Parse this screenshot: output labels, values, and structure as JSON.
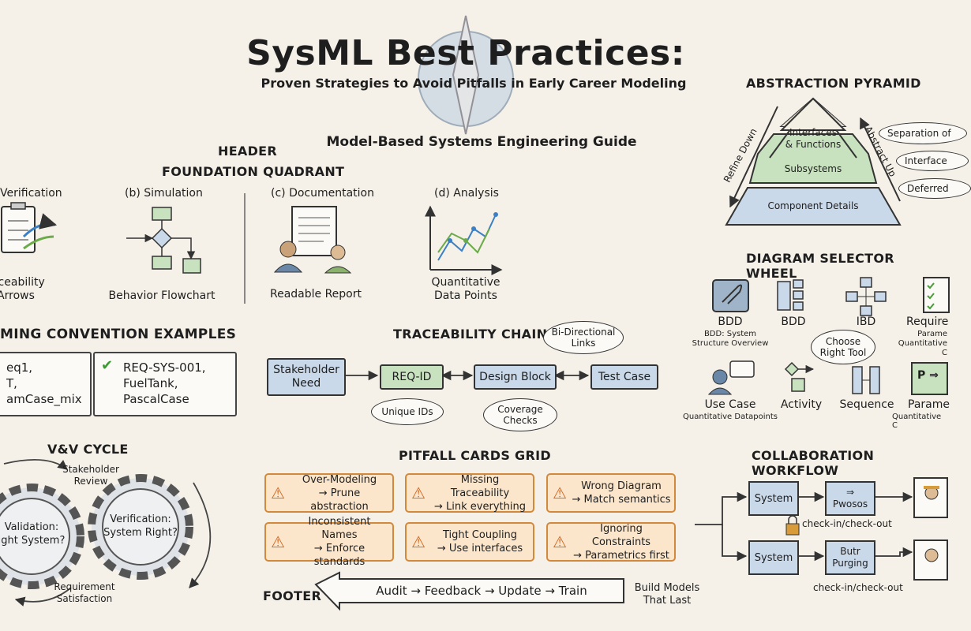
{
  "header": {
    "title": "SysML Best Practices:",
    "subtitle": "Proven Strategies to Avoid Pitfalls in Early Career Modeling",
    "guide": "Model-Based Systems Engineering Guide",
    "header_label": "HEADER",
    "foundation_label": "FOUNDATION QUADRANT"
  },
  "foundation": {
    "items": [
      {
        "title": "Verification",
        "caption": "raceability\nArrows",
        "icon": "clipboard-icon"
      },
      {
        "title": "(b) Simulation",
        "caption": "Behavior Flowchart",
        "icon": "flowchart-icon"
      },
      {
        "title": "(c) Documentation",
        "caption": "Readable Report",
        "icon": "report-icon"
      },
      {
        "title": "(d) Analysis",
        "caption": "Quantitative\nData Points",
        "icon": "chart-icon"
      }
    ]
  },
  "naming": {
    "title": "MING CONVENTION EXAMPLES",
    "bad": "eq1,\nT,\namCase_mix",
    "good_mark": "✔",
    "good": "REQ-SYS-001,\nFuelTank,\nPascalCase"
  },
  "traceability": {
    "title": "TRACEABILITY CHAIN",
    "nodes": [
      "Stakeholder\nNeed",
      "REQ-ID",
      "Design Block",
      "Test Case"
    ],
    "bubbles": [
      "Bi-Directional\nLinks",
      "Unique IDs",
      "Coverage\nChecks"
    ]
  },
  "vv": {
    "title": "V&V CYCLE",
    "top": "Stakeholder\nReview",
    "left_gear": "Validation:\night System?",
    "right_gear": "Verification:\nSystem Right?",
    "bottom": "Requirement\nSatisfaction"
  },
  "pitfalls": {
    "title": "PITFALL CARDS GRID",
    "cards": [
      {
        "name": "Over-Modeling",
        "fix": "→ Prune abstraction"
      },
      {
        "name": "Missing Traceability",
        "fix": "→ Link everything"
      },
      {
        "name": "Wrong Diagram",
        "fix": "→ Match semantics"
      },
      {
        "name": "Inconsistent Names",
        "fix": "→ Enforce standards"
      },
      {
        "name": "Tight Coupling",
        "fix": "→ Use interfaces"
      },
      {
        "name": "Ignoring Constraints",
        "fix": "→ Parametrics first"
      }
    ]
  },
  "footer": {
    "label": "FOOTER",
    "steps": "Audit → Feedback → Update → Train",
    "tagline": "Build Models\nThat Last"
  },
  "pyramid": {
    "title": "ABSTRACTION PYRAMID",
    "levels": [
      "Interfaces\n& Functions",
      "Subsystems",
      "Component Details"
    ],
    "left_arrow": "Refine Down",
    "right_arrow": "Abstract Up",
    "bubbles": [
      "Separation of",
      "Interface",
      "Deferred"
    ]
  },
  "selector": {
    "title": "DIAGRAM SELECTOR WHEEL",
    "items": [
      {
        "name": "BDD",
        "sub": "BDD: System\nStructure Overview",
        "icon": "paperclip-icon"
      },
      {
        "name": "BDD",
        "sub": "",
        "icon": "blocks-icon"
      },
      {
        "name": "IBD",
        "sub": "",
        "icon": "network-icon"
      },
      {
        "name": "Require",
        "sub": "Parame\nQuantitative C",
        "icon": "checklist-icon"
      },
      {
        "name": "Use Case",
        "sub": "Quantitative Datapoints",
        "icon": "user-chat-icon"
      },
      {
        "name": "Activity",
        "sub": "",
        "icon": "activity-icon"
      },
      {
        "name": "Sequence",
        "sub": "",
        "icon": "sequence-icon"
      },
      {
        "name": "Parame",
        "sub": "Quantitative C",
        "icon": "parametric-icon"
      }
    ],
    "center": "Choose\nRight Tool"
  },
  "collab": {
    "title": "COLLABORATION WORKFLOW",
    "box1": "System",
    "box2": "⇒\nPwosos",
    "box3": "System",
    "box4": "Butr\nPurging",
    "checkin1": "check-in/check-out",
    "checkin2": "check-in/check-out"
  },
  "colors": {
    "blue": "#c9d9ea",
    "green": "#c8e2bf",
    "orange": "#fbe6cc",
    "warn": "#d0651e"
  }
}
